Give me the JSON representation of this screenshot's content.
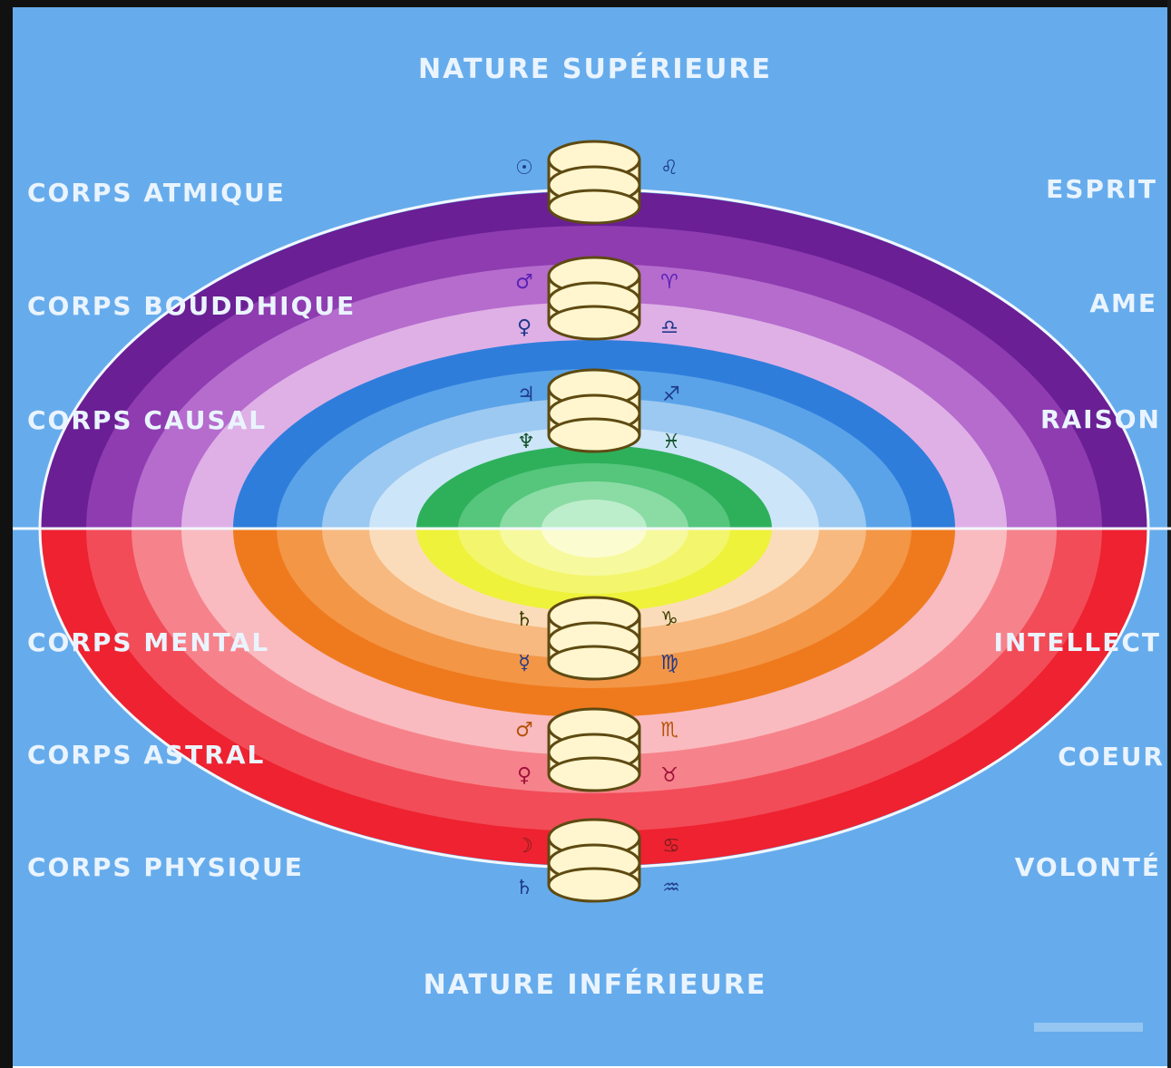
{
  "labels": {
    "top": "NATURE   SUPÉRIEURE",
    "bottom": "NATURE   INFÉRIEURE",
    "left": [
      "CORPS  ATMIQUE",
      "CORPS  BOUDDHIQUE",
      "CORPS  CAUSAL",
      "CORPS  MENTAL",
      "CORPS  ASTRAL",
      "CORPS  PHYSIQUE"
    ],
    "right": [
      "ESPRIT",
      "AME",
      "RAISON",
      "INTELLECT",
      "COEUR",
      "VOLONTÉ"
    ]
  },
  "colors": {
    "background": "#66acec",
    "upper_rings": [
      "#6a1f94",
      "#8e3cb0",
      "#b56ccd",
      "#dfb0e6",
      "#2f7ddb",
      "#5aa3e8",
      "#9cc9f1",
      "#cde5f9",
      "#2eb05b",
      "#55c67c",
      "#8bdca4",
      "#bdeecb"
    ],
    "lower_rings": [
      "#ee2230",
      "#f24c58",
      "#f6838b",
      "#f9bbc0",
      "#ef7a1d",
      "#f39646",
      "#f7b97f",
      "#fbdcba",
      "#eef23b",
      "#f3f66c",
      "#f7f99e",
      "#fbfccf"
    ],
    "ring_icon_fill": "#fff6cf",
    "ring_icon_stroke": "#5e4a12"
  },
  "icons": [
    {
      "name": "sun-symbol-icon",
      "glyph": "☉",
      "color": "#1e3a8a"
    },
    {
      "name": "leo-symbol-icon",
      "glyph": "♌",
      "color": "#1e3a8a"
    },
    {
      "name": "mars-symbol-icon",
      "glyph": "♂",
      "color": "#5b21b6"
    },
    {
      "name": "aries-symbol-icon",
      "glyph": "♈",
      "color": "#5b21b6"
    },
    {
      "name": "venus-symbol-icon",
      "glyph": "♀",
      "color": "#1e3a8a"
    },
    {
      "name": "libra-symbol-icon",
      "glyph": "♎",
      "color": "#1e3a8a"
    },
    {
      "name": "jupiter-symbol-icon",
      "glyph": "♃",
      "color": "#1e3a8a"
    },
    {
      "name": "sagittarius-symbol-icon",
      "glyph": "♐",
      "color": "#1e3a8a"
    },
    {
      "name": "neptune-symbol-icon",
      "glyph": "♆",
      "color": "#14532d"
    },
    {
      "name": "pisces-symbol-icon",
      "glyph": "♓",
      "color": "#14532d"
    },
    {
      "name": "saturn-symbol-icon",
      "glyph": "♄",
      "color": "#3f3f00"
    },
    {
      "name": "capricorn-symbol-icon",
      "glyph": "♑",
      "color": "#3f3f00"
    },
    {
      "name": "mercury-symbol-icon",
      "glyph": "☿",
      "color": "#1e3a8a"
    },
    {
      "name": "virgo-symbol-icon",
      "glyph": "♍",
      "color": "#1e3a8a"
    },
    {
      "name": "mars-symbol-2-icon",
      "glyph": "♂",
      "color": "#b45309"
    },
    {
      "name": "scorpio-symbol-icon",
      "glyph": "♏",
      "color": "#b45309"
    },
    {
      "name": "venus-symbol-2-icon",
      "glyph": "♀",
      "color": "#9f1239"
    },
    {
      "name": "taurus-symbol-icon",
      "glyph": "♉",
      "color": "#9f1239"
    },
    {
      "name": "moon-symbol-icon",
      "glyph": "☽",
      "color": "#7f1d1d"
    },
    {
      "name": "cancer-symbol-icon",
      "glyph": "♋",
      "color": "#7f1d1d"
    },
    {
      "name": "saturn-symbol-2-icon",
      "glyph": "♄",
      "color": "#1e3a8a"
    },
    {
      "name": "aquarius-symbol-icon",
      "glyph": "♒",
      "color": "#1e3a8a"
    }
  ]
}
